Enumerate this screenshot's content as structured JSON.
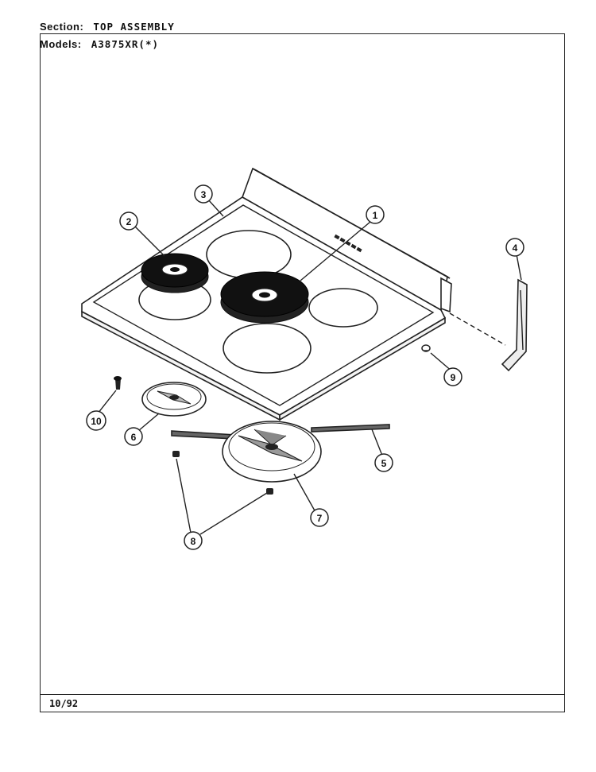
{
  "header": {
    "section_label": "Section:",
    "section_value": "TOP ASSEMBLY",
    "models_label": "Models:",
    "models_value": "A3875XR(*)"
  },
  "footer": {
    "date_code": "10/92"
  },
  "callouts": [
    {
      "id": "1"
    },
    {
      "id": "2"
    },
    {
      "id": "3"
    },
    {
      "id": "4"
    },
    {
      "id": "5"
    },
    {
      "id": "6"
    },
    {
      "id": "7"
    },
    {
      "id": "8"
    },
    {
      "id": "9"
    },
    {
      "id": "10"
    }
  ]
}
